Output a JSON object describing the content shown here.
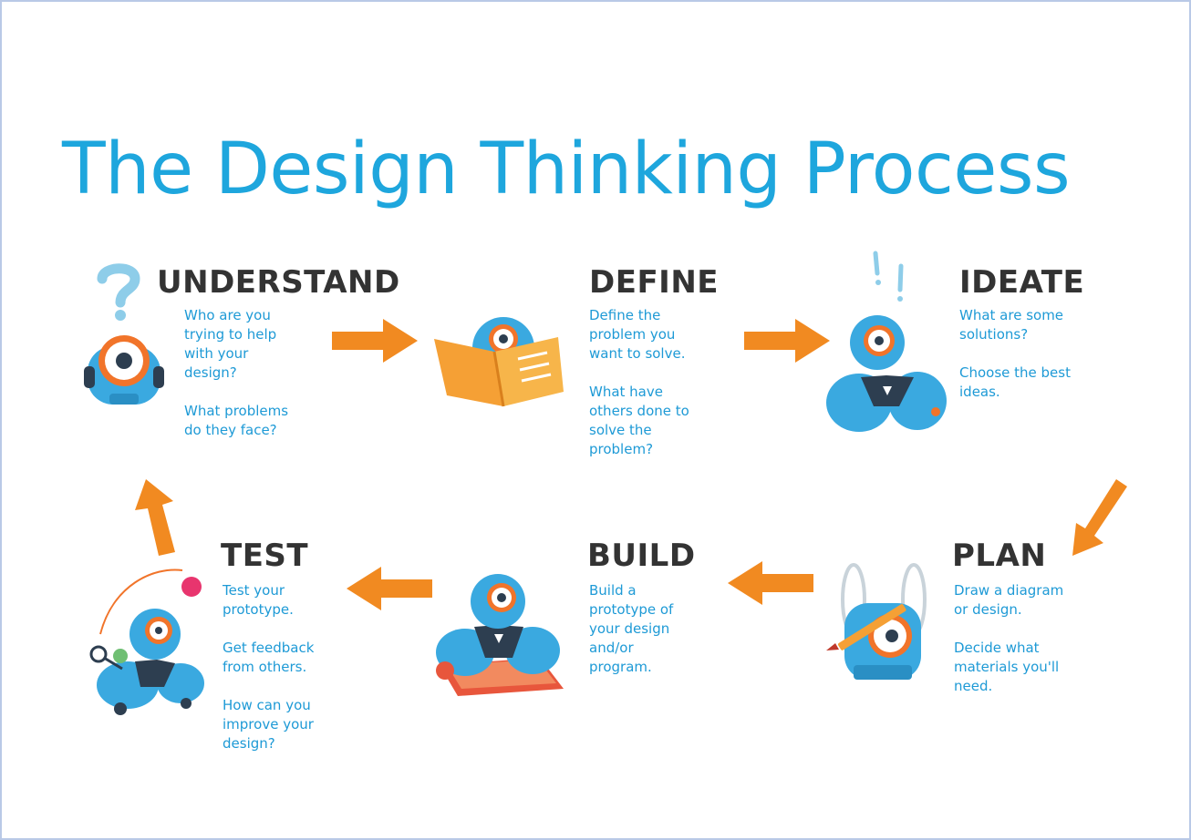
{
  "title": "The Design Thinking Process",
  "colors": {
    "title": "#1ea6dd",
    "heading": "#333333",
    "body_text": "#1e9ad6",
    "arrow": "#f18a21",
    "robot_body": "#3aa9e0",
    "robot_eye_ring": "#f1742a"
  },
  "steps": [
    {
      "id": "understand",
      "heading": "UNDERSTAND",
      "icon": "question-mark-robot",
      "lines": [
        "Who are you",
        "trying to help",
        "with your",
        "design?",
        "",
        "What problems",
        "do they face?"
      ]
    },
    {
      "id": "define",
      "heading": "DEFINE",
      "icon": "robot-reading-book",
      "lines": [
        "Define the",
        "problem you",
        "want to solve.",
        "",
        "What have",
        "others done to",
        "solve the",
        "problem?"
      ]
    },
    {
      "id": "ideate",
      "heading": "IDEATE",
      "icon": "excited-robot",
      "lines": [
        "What are some",
        "solutions?",
        "",
        "Choose the best",
        "ideas."
      ]
    },
    {
      "id": "plan",
      "heading": "PLAN",
      "icon": "robot-with-pencil",
      "lines": [
        "Draw a diagram",
        "or design.",
        "",
        "Decide what",
        "materials you'll",
        "need."
      ]
    },
    {
      "id": "build",
      "heading": "BUILD",
      "icon": "robot-building",
      "lines": [
        "Build a",
        "prototype of",
        "your design",
        "and/or",
        "program."
      ]
    },
    {
      "id": "test",
      "heading": "TEST",
      "icon": "robot-testing",
      "lines": [
        "Test your",
        "prototype.",
        "",
        "Get feedback",
        "from others.",
        "",
        "How can you",
        "improve your",
        "design?"
      ]
    }
  ]
}
